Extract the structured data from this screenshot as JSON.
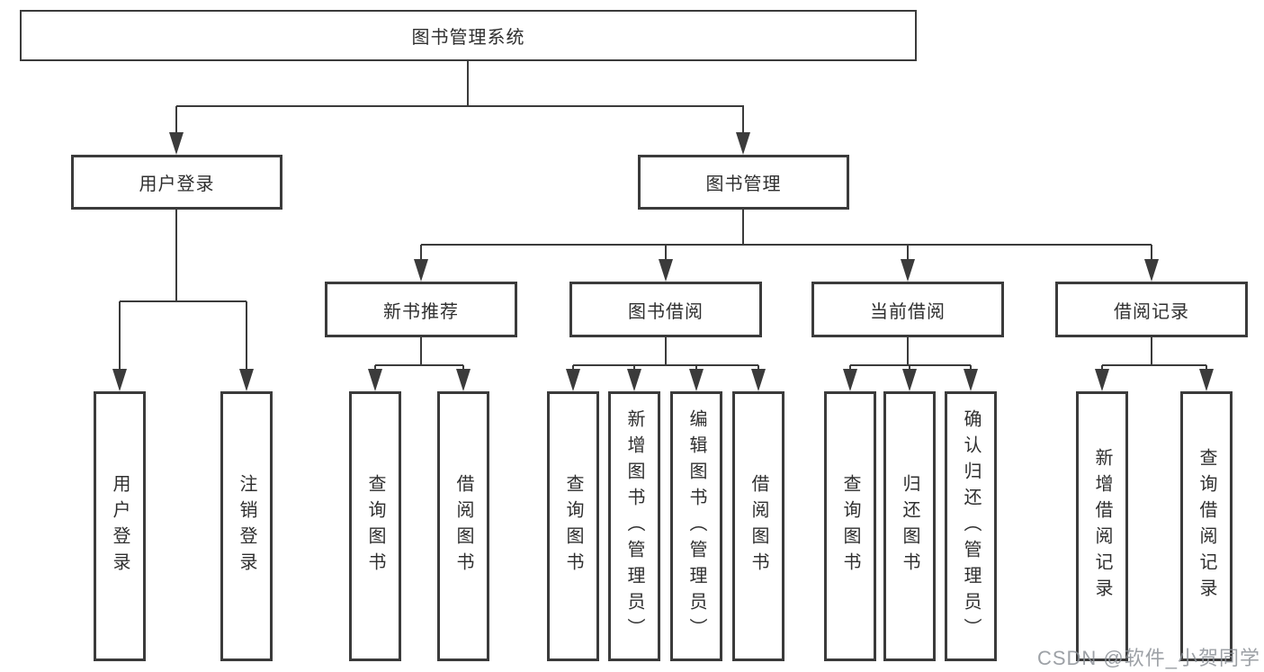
{
  "diagram": {
    "title": "图书管理系统",
    "watermark": "CSDN @软件_小贺同学",
    "colors": {
      "line": "#3b3b3b",
      "box_border": "#3b3b3b",
      "text": "#2f2f2f",
      "background": "#ffffff",
      "watermark": "#8c9096"
    },
    "tree": {
      "root": {
        "label": "图书管理系统",
        "children": [
          {
            "label": "用户登录",
            "children": [
              {
                "label": "用户登录"
              },
              {
                "label": "注销登录"
              }
            ]
          },
          {
            "label": "图书管理",
            "children": [
              {
                "label": "新书推荐",
                "children": [
                  {
                    "label": "查询图书"
                  },
                  {
                    "label": "借阅图书"
                  }
                ]
              },
              {
                "label": "图书借阅",
                "children": [
                  {
                    "label": "查询图书"
                  },
                  {
                    "label": "新增图书（管理员）"
                  },
                  {
                    "label": "编辑图书（管理员）"
                  },
                  {
                    "label": "借阅图书"
                  }
                ]
              },
              {
                "label": "当前借阅",
                "children": [
                  {
                    "label": "查询图书"
                  },
                  {
                    "label": "归还图书"
                  },
                  {
                    "label": "确认归还（管理员）"
                  }
                ]
              },
              {
                "label": "借阅记录",
                "children": [
                  {
                    "label": "新增借阅记录"
                  },
                  {
                    "label": "查询借阅记录"
                  }
                ]
              }
            ]
          }
        ]
      }
    }
  }
}
